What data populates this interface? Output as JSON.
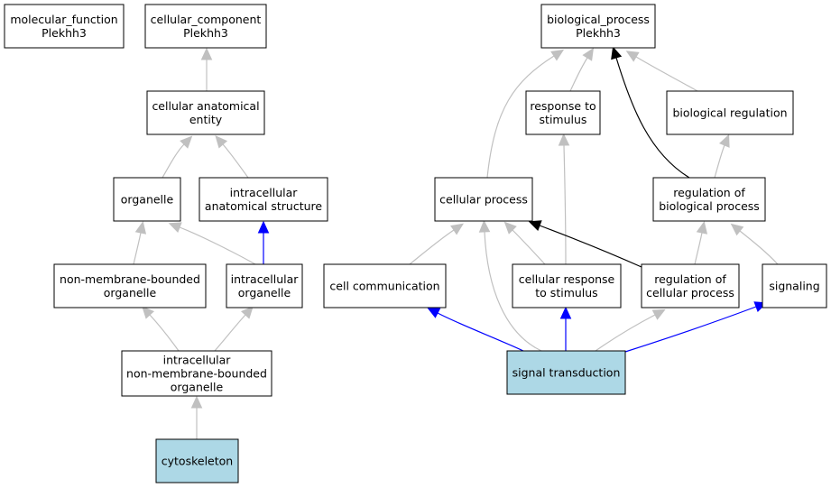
{
  "colors": {
    "highlight_fill": "#add8e6",
    "edge_gray": "#c0c0c0",
    "edge_black": "#000000",
    "edge_blue": "#0000ff"
  },
  "nodes": [
    {
      "id": "mf",
      "lines": [
        "molecular_function",
        "Plekhh3"
      ]
    },
    {
      "id": "cc",
      "lines": [
        "cellular_component",
        "Plekhh3"
      ]
    },
    {
      "id": "cae",
      "lines": [
        "cellular anatomical",
        "entity"
      ]
    },
    {
      "id": "org",
      "lines": [
        "organelle"
      ]
    },
    {
      "id": "ias",
      "lines": [
        "intracellular",
        "anatomical structure"
      ]
    },
    {
      "id": "nmbo",
      "lines": [
        "non-membrane-bounded",
        "organelle"
      ]
    },
    {
      "id": "io",
      "lines": [
        "intracellular",
        "organelle"
      ]
    },
    {
      "id": "inmb",
      "lines": [
        "intracellular",
        "non-membrane-bounded",
        "organelle"
      ]
    },
    {
      "id": "cyto",
      "lines": [
        "cytoskeleton"
      ],
      "highlight": true
    },
    {
      "id": "bp",
      "lines": [
        "biological_process",
        "Plekhh3"
      ]
    },
    {
      "id": "rts",
      "lines": [
        "response to",
        "stimulus"
      ]
    },
    {
      "id": "breg",
      "lines": [
        "biological regulation"
      ]
    },
    {
      "id": "cp",
      "lines": [
        "cellular process"
      ]
    },
    {
      "id": "rbp",
      "lines": [
        "regulation of",
        "biological process"
      ]
    },
    {
      "id": "ccom",
      "lines": [
        "cell communication"
      ]
    },
    {
      "id": "crs",
      "lines": [
        "cellular response",
        "to stimulus"
      ]
    },
    {
      "id": "rcp",
      "lines": [
        "regulation of",
        "cellular process"
      ]
    },
    {
      "id": "sig",
      "lines": [
        "signaling"
      ]
    },
    {
      "id": "st",
      "lines": [
        "signal transduction"
      ],
      "highlight": true
    }
  ],
  "edges": [
    {
      "from": "cae",
      "to": "cc",
      "color": "gray"
    },
    {
      "from": "org",
      "to": "cae",
      "color": "gray"
    },
    {
      "from": "ias",
      "to": "cae",
      "color": "gray"
    },
    {
      "from": "nmbo",
      "to": "org",
      "color": "gray"
    },
    {
      "from": "io",
      "to": "org",
      "color": "gray"
    },
    {
      "from": "io",
      "to": "ias",
      "color": "blue"
    },
    {
      "from": "inmb",
      "to": "nmbo",
      "color": "gray"
    },
    {
      "from": "inmb",
      "to": "io",
      "color": "gray"
    },
    {
      "from": "cyto",
      "to": "inmb",
      "color": "gray"
    },
    {
      "from": "rts",
      "to": "bp",
      "color": "gray"
    },
    {
      "from": "cp",
      "to": "bp",
      "color": "gray"
    },
    {
      "from": "breg",
      "to": "bp",
      "color": "gray"
    },
    {
      "from": "rbp",
      "to": "bp",
      "color": "black"
    },
    {
      "from": "rbp",
      "to": "breg",
      "color": "gray"
    },
    {
      "from": "ccom",
      "to": "cp",
      "color": "gray"
    },
    {
      "from": "crs",
      "to": "cp",
      "color": "gray"
    },
    {
      "from": "crs",
      "to": "rts",
      "color": "gray"
    },
    {
      "from": "rcp",
      "to": "cp",
      "color": "black"
    },
    {
      "from": "rcp",
      "to": "rbp",
      "color": "gray"
    },
    {
      "from": "sig",
      "to": "rbp",
      "color": "gray"
    },
    {
      "from": "st",
      "to": "cp",
      "color": "gray"
    },
    {
      "from": "st",
      "to": "ccom",
      "color": "blue"
    },
    {
      "from": "st",
      "to": "crs",
      "color": "blue"
    },
    {
      "from": "st",
      "to": "rcp",
      "color": "gray"
    },
    {
      "from": "st",
      "to": "sig",
      "color": "blue"
    }
  ]
}
